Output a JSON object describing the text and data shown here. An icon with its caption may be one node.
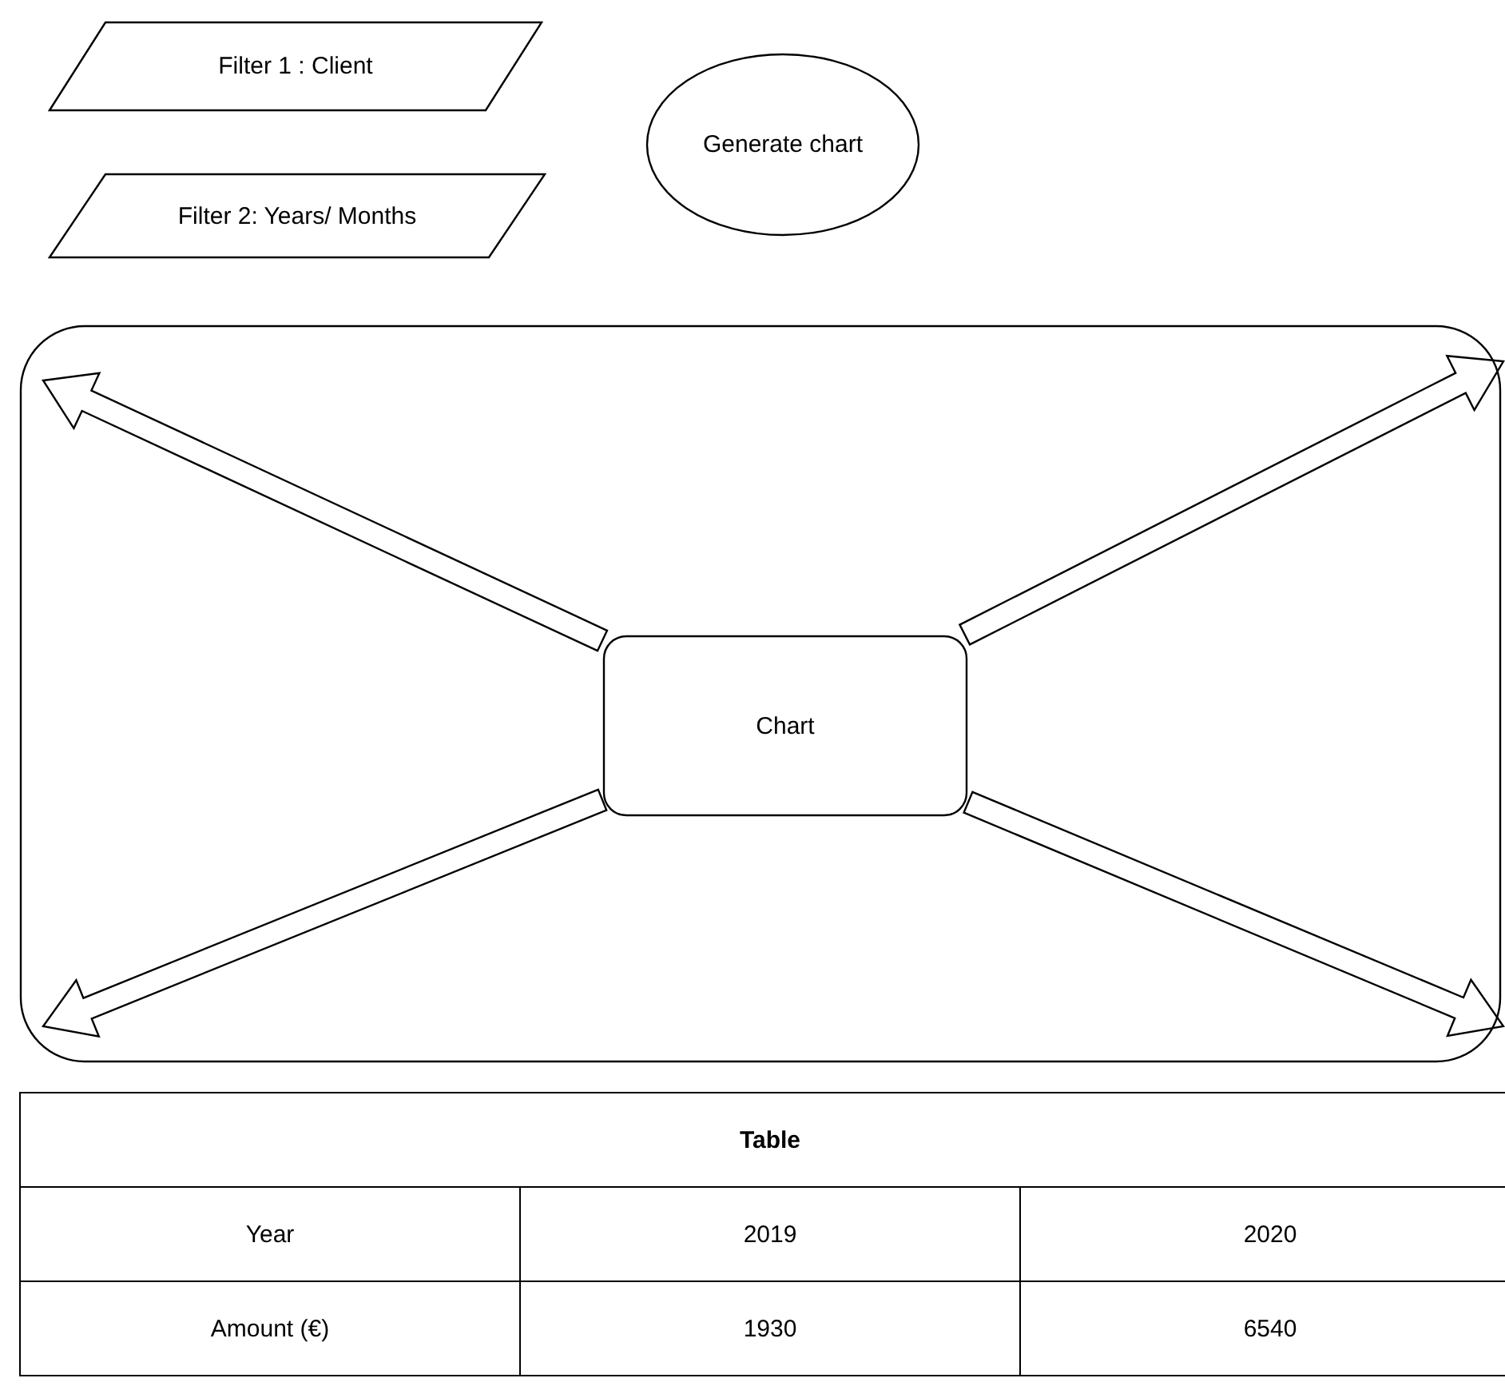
{
  "diagram": {
    "nodes": [
      {
        "text": [
          "Filter 1 : Client"
        ]
      },
      {
        "text": [
          "Filter 2: Years/ Months"
        ]
      },
      {
        "text": [
          "Generate chart"
        ]
      },
      {
        "text": [],
        "shape": "box"
      },
      {
        "text": [
          "Chart"
        ],
        "in": 3
      }
    ],
    "edges": [
      {
        "from": 4,
        "to": null,
        "arrow": "to"
      },
      {
        "from": 4,
        "to": null,
        "arrow": "to"
      },
      {
        "from": 4,
        "to": null,
        "arrow": "to"
      },
      {
        "from": 4,
        "to": null,
        "arrow": "to"
      }
    ],
    "labels": [
      "Table",
      "Year",
      "2019",
      "2020",
      "Amount (€)",
      "1930",
      "6540"
    ]
  }
}
